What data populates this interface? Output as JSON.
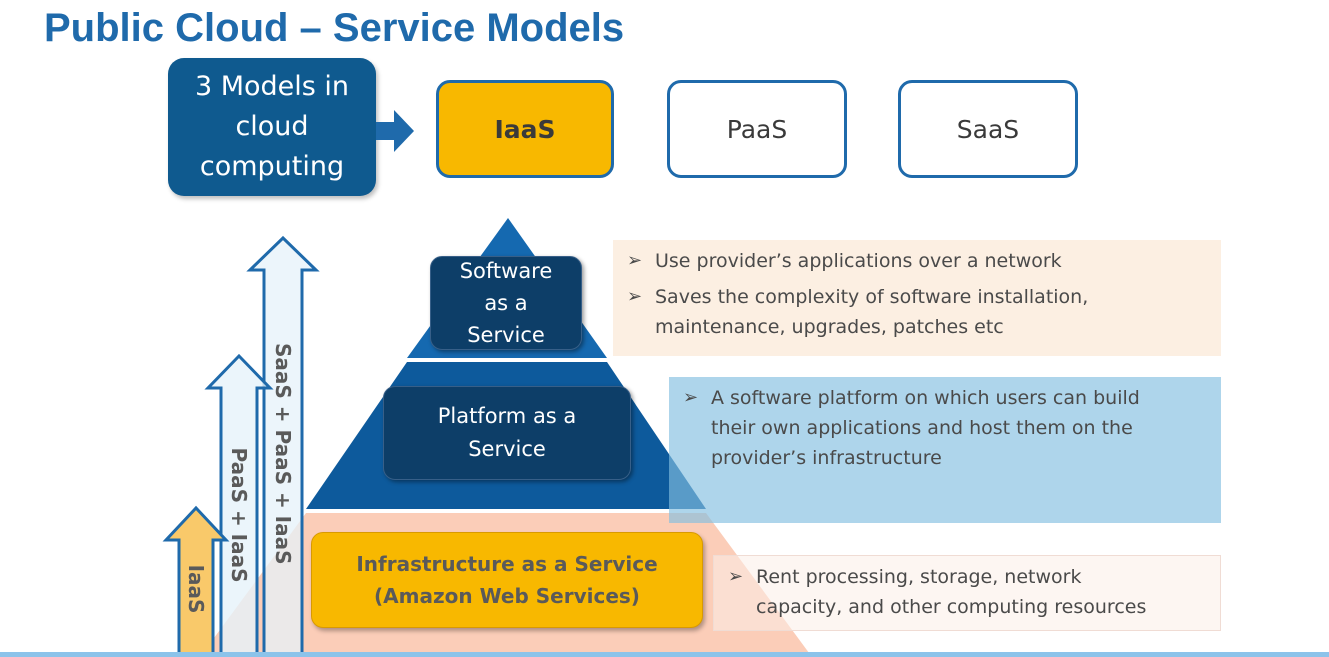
{
  "title": "Public Cloud – Service Models",
  "models_box": {
    "lines": [
      "3 Models in",
      "cloud",
      "computing"
    ]
  },
  "models": [
    {
      "label": "IaaS",
      "active": true
    },
    {
      "label": "PaaS",
      "active": false
    },
    {
      "label": "SaaS",
      "active": false
    }
  ],
  "pyramid": {
    "saas": {
      "lines": [
        "Software",
        "as a",
        "Service"
      ]
    },
    "paas": {
      "lines": [
        "Platform as a",
        "Service"
      ]
    },
    "iaas": {
      "lines": [
        "Infrastructure as a Service",
        "(Amazon Web Services)"
      ]
    }
  },
  "descriptions": {
    "saas": [
      [
        "Use provider’s applications over a network"
      ],
      [
        "Saves the complexity of software installation,",
        "maintenance, upgrades, patches etc"
      ]
    ],
    "paas": [
      [
        "A software platform on which users can build",
        "their own applications and host them on the",
        "provider’s infrastructure"
      ]
    ],
    "iaas": [
      [
        "Rent processing, storage, network",
        "capacity, and other computing resources"
      ]
    ]
  },
  "stack_arrows": [
    "IaaS",
    "PaaS + IaaS",
    "SaaS + PaaS + IaaS"
  ],
  "colors": {
    "title": "#1f6aab",
    "dark_blue": "#0f5a8f",
    "navy": "#0d3e68",
    "gold": "#f8b800",
    "paas_layer": "#0d5a9c",
    "iaas_layer": "#fbcdb8"
  }
}
